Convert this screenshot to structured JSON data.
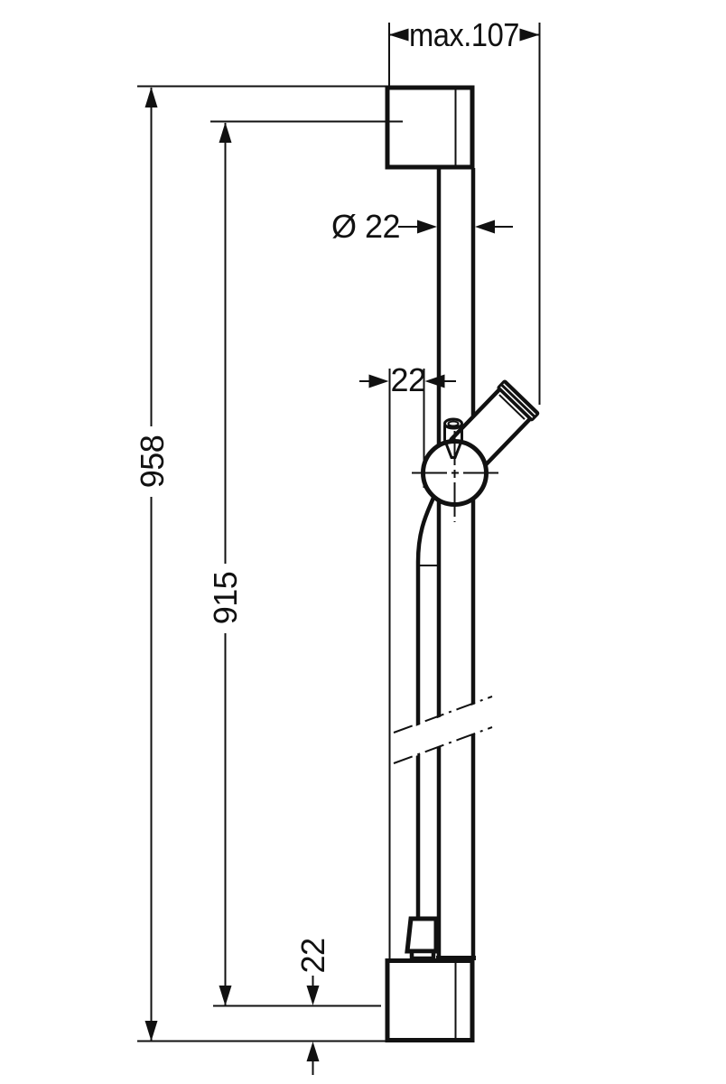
{
  "drawing": {
    "title": "shower-bar-technical-drawing",
    "background_color": "#ffffff",
    "line_color": "#111111",
    "dimensions": {
      "max_width": "max.107",
      "rail_diameter": "Ø 22",
      "slider_offset": "22",
      "total_height": "958",
      "rail_length": "915",
      "bottom_offset": "22"
    }
  }
}
